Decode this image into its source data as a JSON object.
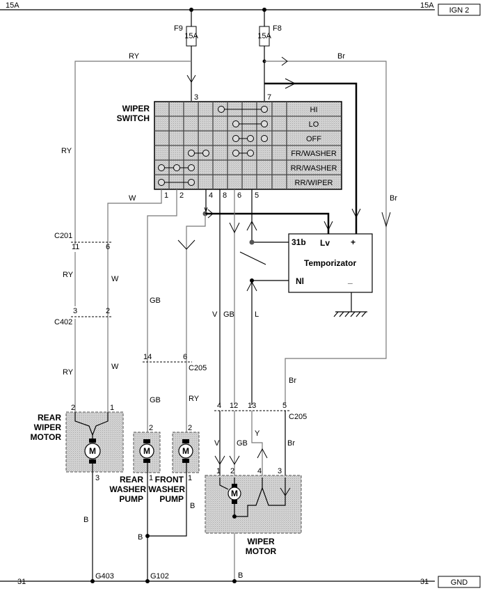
{
  "top_rail": {
    "left_label": "15A",
    "right_label": "15A",
    "box_label": "IGN 2"
  },
  "bottom_rail": {
    "left_label": "31",
    "right_label": "31",
    "box_label": "GND"
  },
  "fuses": [
    {
      "name": "F9",
      "rating": "15A"
    },
    {
      "name": "F8",
      "rating": "15A"
    }
  ],
  "wire_colors": {
    "ry_top": "RY",
    "br_top": "Br",
    "ry_side": "RY",
    "br_side": "Br",
    "w_switch": "W",
    "ry_c201": "RY",
    "w_c201": "W",
    "ry_c402": "RY",
    "w_c402": "W",
    "gb_left": "GB",
    "gb_c205": "GB",
    "ry_c205": "RY",
    "v": "V",
    "gb": "GB",
    "l": "L",
    "br_low": "Br",
    "v_motor": "V",
    "gb_motor": "GB",
    "y_motor": "Y",
    "br_motor": "Br",
    "b_rear": "B",
    "b_pump": "B",
    "b_front": "B",
    "b_main": "B"
  },
  "wiper_switch": {
    "title_line1": "WIPER",
    "title_line2": "SWITCH",
    "top_pins": [
      "3",
      "7"
    ],
    "bottom_pins": [
      "1",
      "2",
      "4",
      "8",
      "6",
      "5"
    ],
    "positions": [
      "HI",
      "LO",
      "OFF",
      "FR/WASHER",
      "RR/WASHER",
      "RR/WIPER"
    ]
  },
  "temporizator": {
    "title": "Temporizator",
    "pin_31b": "31b",
    "pin_lv": "Lv",
    "pin_plus": "+",
    "pin_nl": "Nl",
    "pin_minus": "_"
  },
  "connectors": {
    "c201": {
      "name": "C201",
      "pins": [
        "11",
        "6"
      ]
    },
    "c402": {
      "name": "C402",
      "pins": [
        "3",
        "2"
      ]
    },
    "c205_left": {
      "name": "C205",
      "pins": [
        "14",
        "6"
      ]
    },
    "c205_right": {
      "name": "C205",
      "pins": [
        "4",
        "12",
        "13",
        "5"
      ]
    }
  },
  "rear_wiper_motor": {
    "label": [
      "REAR",
      "WIPER",
      "MOTOR"
    ],
    "pins": [
      "2",
      "1",
      "3"
    ],
    "symbol": "M"
  },
  "rear_washer_pump": {
    "label": [
      "REAR",
      "WASHER",
      "PUMP"
    ],
    "pins": [
      "2",
      "1"
    ],
    "symbol": "M"
  },
  "front_washer_pump": {
    "label": [
      "FRONT",
      "WASHER",
      "PUMP"
    ],
    "pins": [
      "2",
      "1"
    ],
    "symbol": "M"
  },
  "wiper_motor": {
    "label": [
      "WIPER",
      "MOTOR"
    ],
    "pins": [
      "1",
      "2",
      "4",
      "3"
    ],
    "symbol": "M"
  },
  "grounds": [
    "G403",
    "G102"
  ]
}
